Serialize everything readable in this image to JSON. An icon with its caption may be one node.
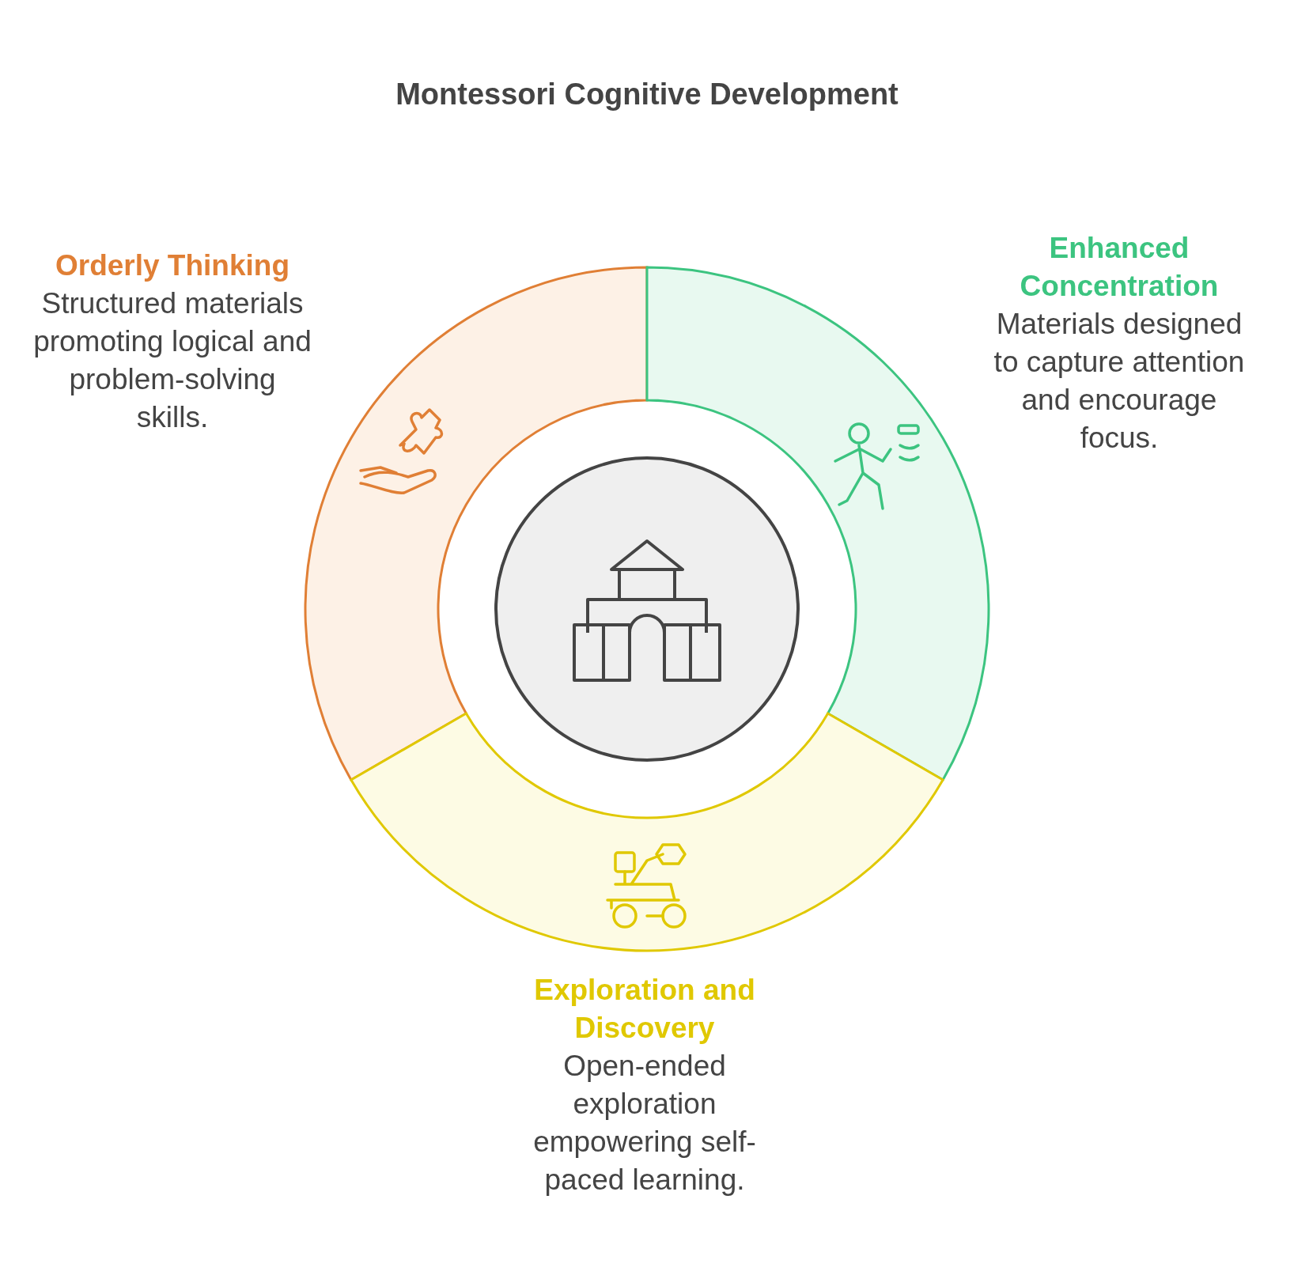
{
  "diagram": {
    "title": "Montessori Cognitive Development",
    "nodes": [
      {
        "text": [
          "Orderly Thinking",
          "Structured materials promoting logical and problem-solving skills."
        ]
      },
      {
        "text": [
          "Enhanced Concentration",
          "Materials designed to capture attention and encourage focus."
        ]
      },
      {
        "text": [],
        "shape": "circle"
      },
      {
        "text": [
          "Exploration and Discovery",
          "Open-ended exploration empowering self-paced learning."
        ]
      }
    ]
  }
}
